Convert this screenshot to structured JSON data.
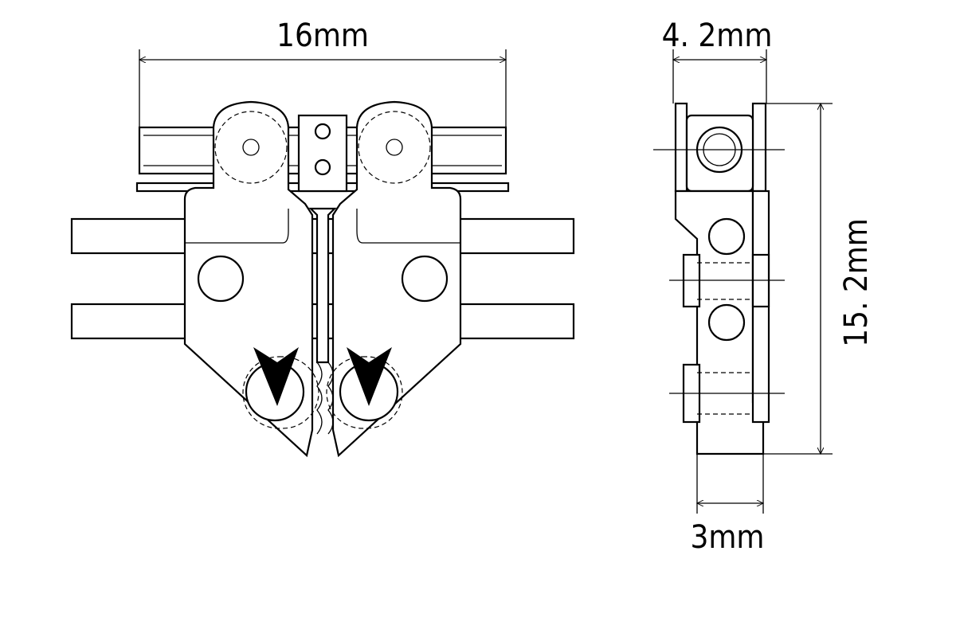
{
  "dimensions": {
    "front_width": "16mm",
    "side_width": "4. 2mm",
    "side_height": "15. 2mm",
    "side_thickness": "3mm"
  }
}
